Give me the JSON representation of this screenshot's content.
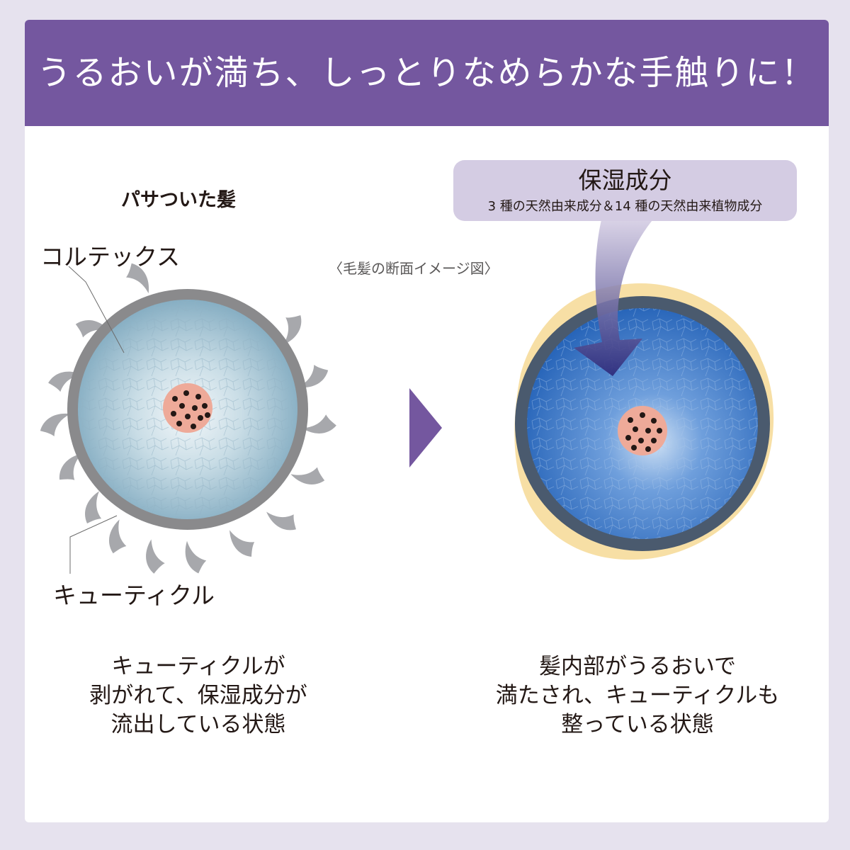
{
  "header": {
    "title": "うるおいが満ち、しっとりなめらかな手触りに！"
  },
  "left_panel": {
    "title": "パサついた髪",
    "cortex_label": "コルテックス",
    "cuticle_label": "キューティクル",
    "description": [
      "キューティクルが",
      "剥がれて、保湿成分が",
      "流出している状態"
    ]
  },
  "center": {
    "caption": "〈毛髪の断面イメージ図〉"
  },
  "right_panel": {
    "badge_title": "保湿成分",
    "badge_subtitle": "3 種の天然由来成分＆14 種の天然由来植物成分",
    "description": [
      "髪内部がうるおいで",
      "満たされ、キューティクルも",
      "整っている状態"
    ]
  },
  "colors": {
    "header_bg": "#74579f",
    "page_bg": "#e6e2ee",
    "badge_bg": "#d4cce3",
    "arrow": "#74579f",
    "moisture_arrow": "#2d2a7a",
    "gold_ring": "#f7dfa5"
  }
}
